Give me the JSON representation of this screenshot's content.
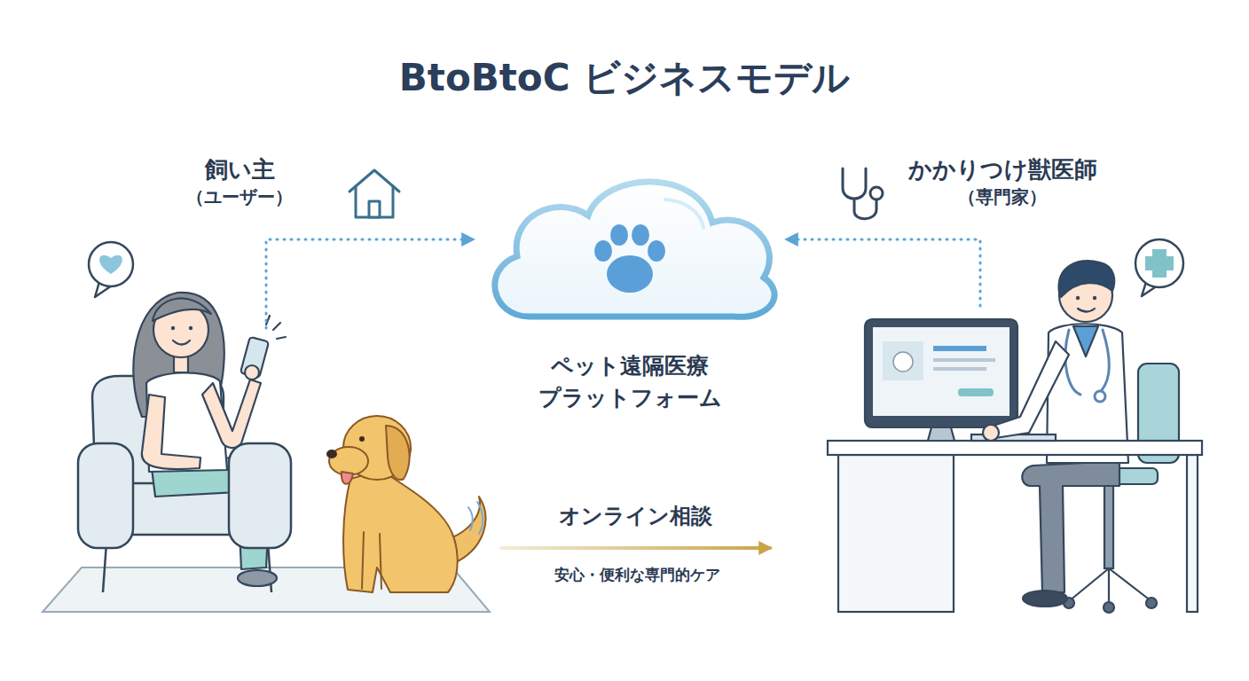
{
  "diagram": {
    "title": "BtoBtoC ビジネスモデル",
    "nodes": [
      {
        "text": [
          "飼い主",
          "（ユーザー）"
        ]
      },
      {
        "text": [
          "ペット遠隔医療 プラットフォーム"
        ]
      },
      {
        "text": [
          "かかりつけ獣医師",
          "（専門家）"
        ]
      }
    ],
    "edges": [
      {
        "from": 0,
        "to": 1,
        "arrow": "to"
      },
      {
        "from": 2,
        "to": 1,
        "arrow": "to"
      },
      {
        "from": 0,
        "to": 2,
        "label": "オンライン相談",
        "arrow": "to"
      }
    ],
    "labels": [
      "安心・便利な専門的ケア"
    ]
  }
}
